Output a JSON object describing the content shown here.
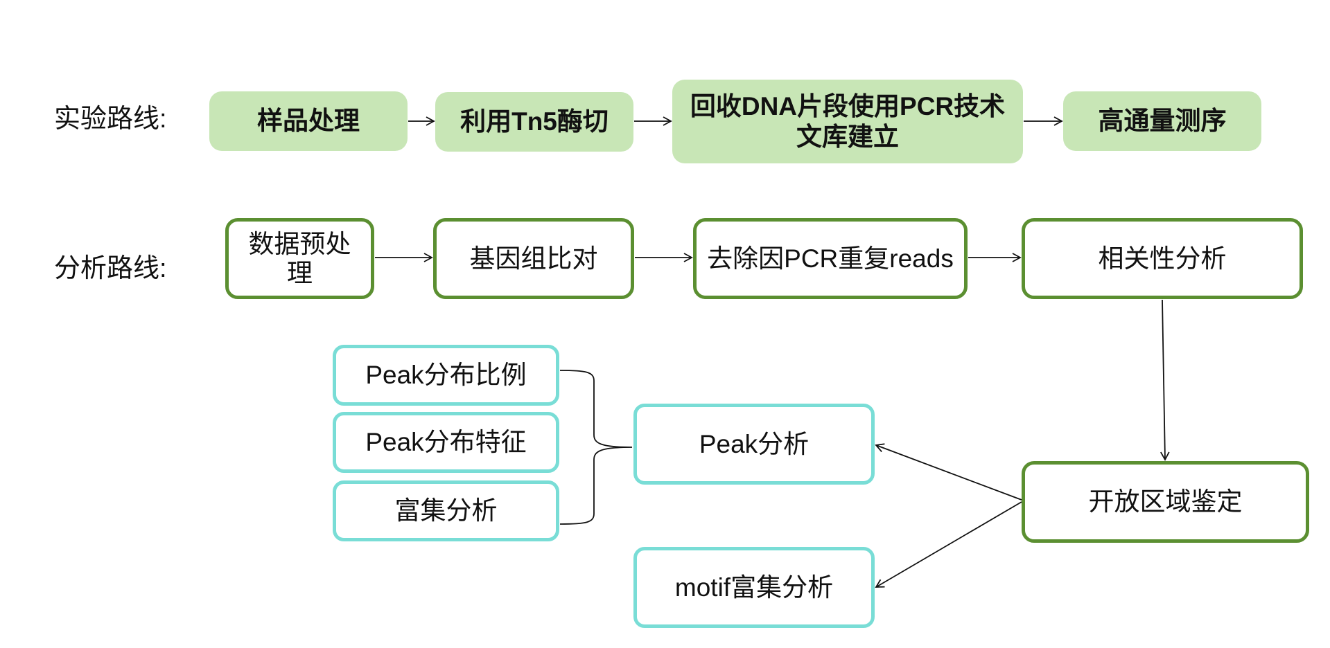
{
  "labels": {
    "experiment": "实验路线:",
    "analysis": "分析路线:"
  },
  "experiment_route": [
    {
      "id": "e1",
      "text": "样品处理"
    },
    {
      "id": "e2",
      "text": "利用Tn5酶切"
    },
    {
      "id": "e3",
      "lines": [
        "回收DNA片段使用PCR技术",
        "文库建立"
      ]
    },
    {
      "id": "e4",
      "text": "高通量测序"
    }
  ],
  "analysis_route": [
    {
      "id": "a1",
      "lines": [
        "数据预处",
        "理"
      ]
    },
    {
      "id": "a2",
      "text": "基因组比对"
    },
    {
      "id": "a3",
      "text": "去除因PCR重复reads"
    },
    {
      "id": "a4",
      "text": "相关性分析"
    }
  ],
  "open_region": {
    "text": "开放区域鉴定"
  },
  "peak_analysis": {
    "text": "Peak分析"
  },
  "motif_analysis": {
    "text": "motif富集分析"
  },
  "peak_sub": [
    {
      "text": "Peak分布比例"
    },
    {
      "text": "Peak分布特征"
    },
    {
      "text": "富集分析"
    }
  ],
  "colors": {
    "experiment_fill": "#c8e6b6",
    "analysis_border": "#5b8f31",
    "sub_border": "#79ddd6",
    "line": "#111111"
  }
}
